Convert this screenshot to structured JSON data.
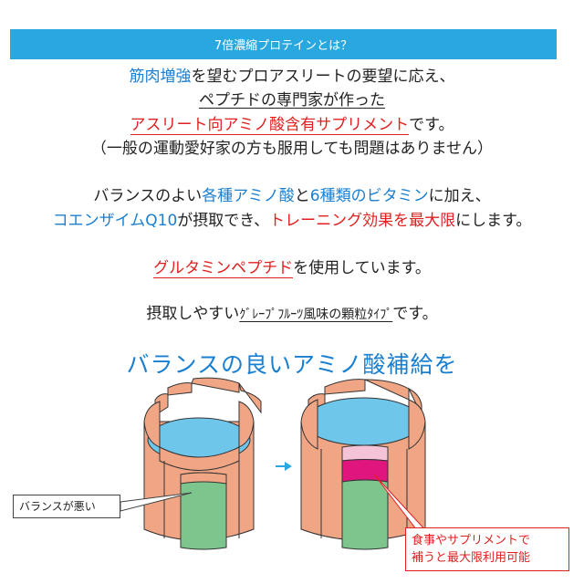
{
  "banner": {
    "title": "7倍濃縮プロテインとは？"
  },
  "intro": {
    "l1_a": "筋肉増強",
    "l1_b": "を望むプロアスリートの要望に応え、",
    "l2": "ペプチドの専門家が作った",
    "l3_a": "アスリート向アミノ酸含有サプリメント",
    "l3_b": "です。",
    "l4": "（一般の運動愛好家の方も服用しても問題はありません）"
  },
  "balance": {
    "l1_a": "バランスのよい",
    "l1_b": "各種アミノ酸",
    "l1_c": "と",
    "l1_d": "6種類のビタミン",
    "l1_e": "に加え、",
    "l2_a": "コエンザイムQ10",
    "l2_b": "が摂取でき、",
    "l2_c": "トレーニング効果を最大限",
    "l2_d": "にします。"
  },
  "glutamine": {
    "a": "グルタミンペプチド",
    "b": "を使用しています。"
  },
  "flavor": {
    "a": "摂取しやすい",
    "b": "ｸﾞﾚｰﾌﾟﾌﾙｰﾂ風味の顆粒ﾀｲﾌﾟ",
    "c": "です。"
  },
  "diagram": {
    "heading": "バランスの良いアミノ酸補給を",
    "left_callout": "バランスが悪い",
    "right_callout_1": "食事やサプリメントで",
    "right_callout_2": "補うと最大限利用可能"
  },
  "colors": {
    "banner": "#29a8e0",
    "accent_blue": "#1a7fd0",
    "accent_red": "#e02020",
    "barrel": "#f0a585",
    "liquid": "#6ec6ea",
    "short_stave": "#7cc68e",
    "supplement": "#e0157d"
  }
}
